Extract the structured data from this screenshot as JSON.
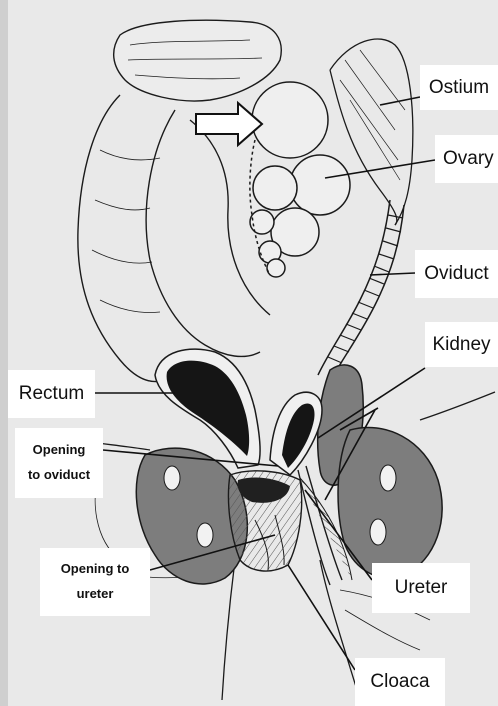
{
  "figure": {
    "labels": {
      "ostium": "Ostium",
      "ovary": "Ovary",
      "oviduct": "Oviduct",
      "kidney": "Kidney",
      "rectum": "Rectum",
      "opening_to_oviduct_line1": "Opening",
      "opening_to_oviduct_line2": "to oviduct",
      "opening_to_ureter_line1": "Opening to",
      "opening_to_ureter_line2": "ureter",
      "ureter": "Ureter",
      "cloaca": "Cloaca"
    },
    "colors": {
      "paper": "#e9e9e9",
      "ink": "#1b1b1b",
      "tissue_dark": "#151515",
      "kidney_fill": "#7d7d7d",
      "label_bg": "#ffffff"
    },
    "icons": [
      "right-arrow-icon"
    ]
  }
}
